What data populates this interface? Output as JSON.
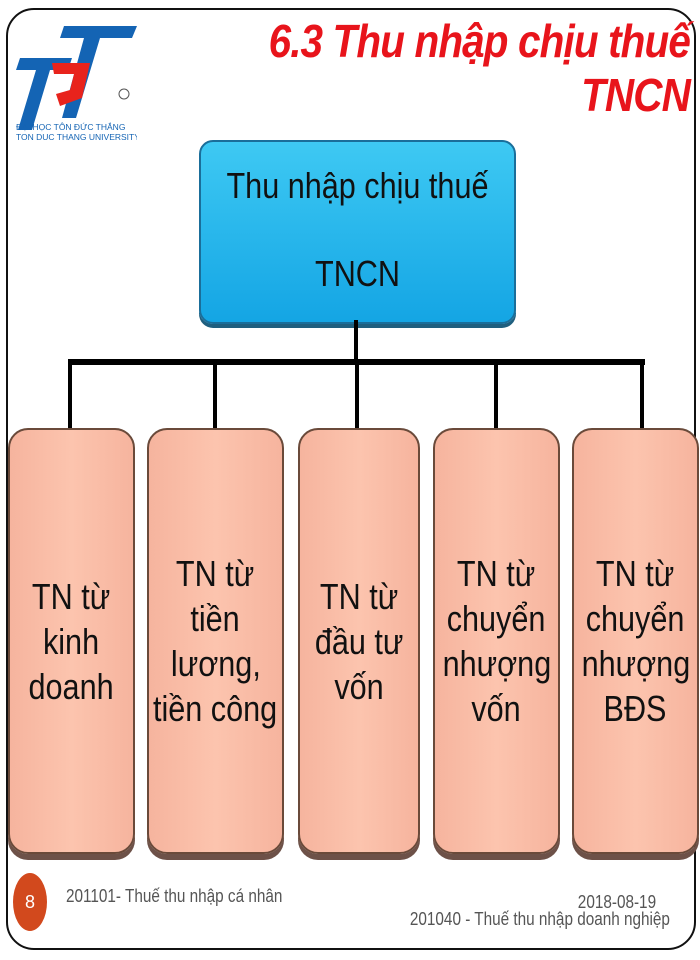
{
  "title": "6.3 Thu nhập chịu thuế TNCN",
  "logo": {
    "text": "TDT",
    "line1": "ĐẠI HỌC TÔN ĐỨC THẮNG",
    "line2": "TON DUC THANG UNIVERSITY",
    "colors": {
      "blue": "#1464b4",
      "red": "#e8231c"
    }
  },
  "diagram": {
    "root": {
      "lines": [
        "Thu nhập chịu thuế",
        "TNCN"
      ]
    },
    "children": [
      {
        "lines": [
          "TN từ",
          "kinh",
          "doanh"
        ]
      },
      {
        "lines": [
          "TN từ",
          "tiền",
          "lương,",
          "tiền công"
        ]
      },
      {
        "lines": [
          "TN từ",
          "đầu tư",
          "vốn"
        ]
      },
      {
        "lines": [
          "TN từ",
          "chuyển",
          "nhượng",
          "vốn"
        ]
      },
      {
        "lines": [
          "TN từ",
          "chuyển",
          "nhượng",
          "BĐS"
        ]
      }
    ]
  },
  "footer": {
    "page": "8",
    "left": "201101- Thuế thu nhập cá nhân",
    "date": "2018-08-19",
    "right": "201040 - Thuế thu nhập doanh nghiệp"
  }
}
